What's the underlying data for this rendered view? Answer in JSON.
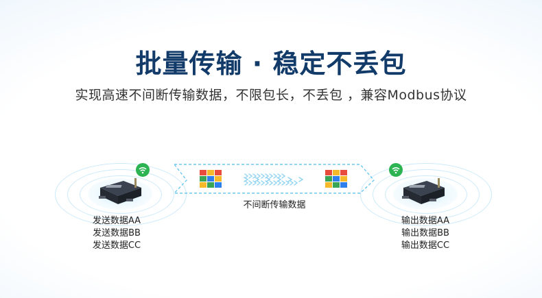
{
  "headline": "批量传输 · 稳定不丢包",
  "subline": "实现高速不间断传输数据，不限包长，不丢包 ，兼容Modbus协议",
  "flow_label": "不间断传输数据",
  "sender": {
    "lines": [
      "发送数据AA",
      "发送数据BB",
      "发送数据CC"
    ],
    "status_icon": "wifi-icon"
  },
  "receiver": {
    "lines": [
      "输出数据AA",
      "输出数据BB",
      "输出数据CC"
    ],
    "status_icon": "wifi-icon"
  },
  "colors": {
    "headline": "#123b69",
    "wifi_badge": "#2db352",
    "link": "#4fc3ee"
  }
}
